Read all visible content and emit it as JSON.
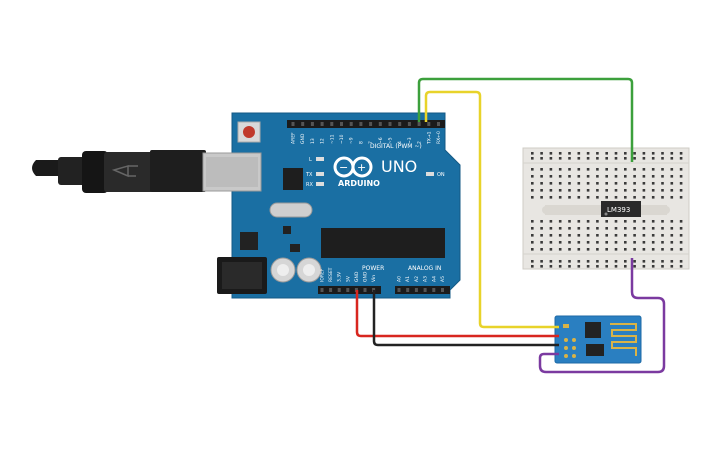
{
  "board": {
    "brand": "ARDUINO",
    "model": "UNO",
    "digital_label": "DIGITAL (PWM ~)",
    "power_label": "POWER",
    "analog_label": "ANALOG IN",
    "on_label": "ON",
    "led_labels": [
      "L",
      "TX",
      "RX"
    ],
    "digital_pins": [
      "AREF",
      "GND",
      "13",
      "12",
      "~11",
      "~10",
      "~9",
      "8",
      "7",
      "~6",
      "~5",
      "4",
      "~3",
      "2",
      "TX→1",
      "RX←0"
    ],
    "power_pins": [
      "IOREF",
      "RESET",
      "3.3V",
      "5V",
      "GND",
      "GND",
      "Vin"
    ],
    "analog_pins": [
      "A0",
      "A1",
      "A2",
      "A3",
      "A4",
      "A5"
    ]
  },
  "chip": {
    "label": "LM393"
  },
  "colors": {
    "board_blue": "#1a6fa3",
    "wire_green": "#3ca03c",
    "wire_yellow": "#e8d32a",
    "wire_red": "#d8261f",
    "wire_black": "#222222",
    "wire_purple": "#7b3aa0",
    "breadboard": "#e8e6e2",
    "esp_blue": "#2a7fc1"
  }
}
